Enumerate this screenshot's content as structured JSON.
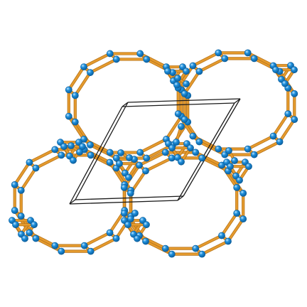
{
  "figure": {
    "colors": {
      "bond": "#E49A2E",
      "bond_dark": "#B36E12",
      "bond_light": "#F8C46A",
      "atom": "#1E8FDC",
      "atom_dark": "#0B5E9C",
      "atom_highlight": "#BFE6FF",
      "cell_edge": "#1a1a1a",
      "background": "#ffffff"
    },
    "rings": [
      {
        "name": "top-left-ring"
      },
      {
        "name": "top-right-ring"
      },
      {
        "name": "bottom-left-ring"
      },
      {
        "name": "bottom-right-ring"
      }
    ],
    "unit_cell": {
      "name": "unit-cell-parallelogram"
    }
  }
}
